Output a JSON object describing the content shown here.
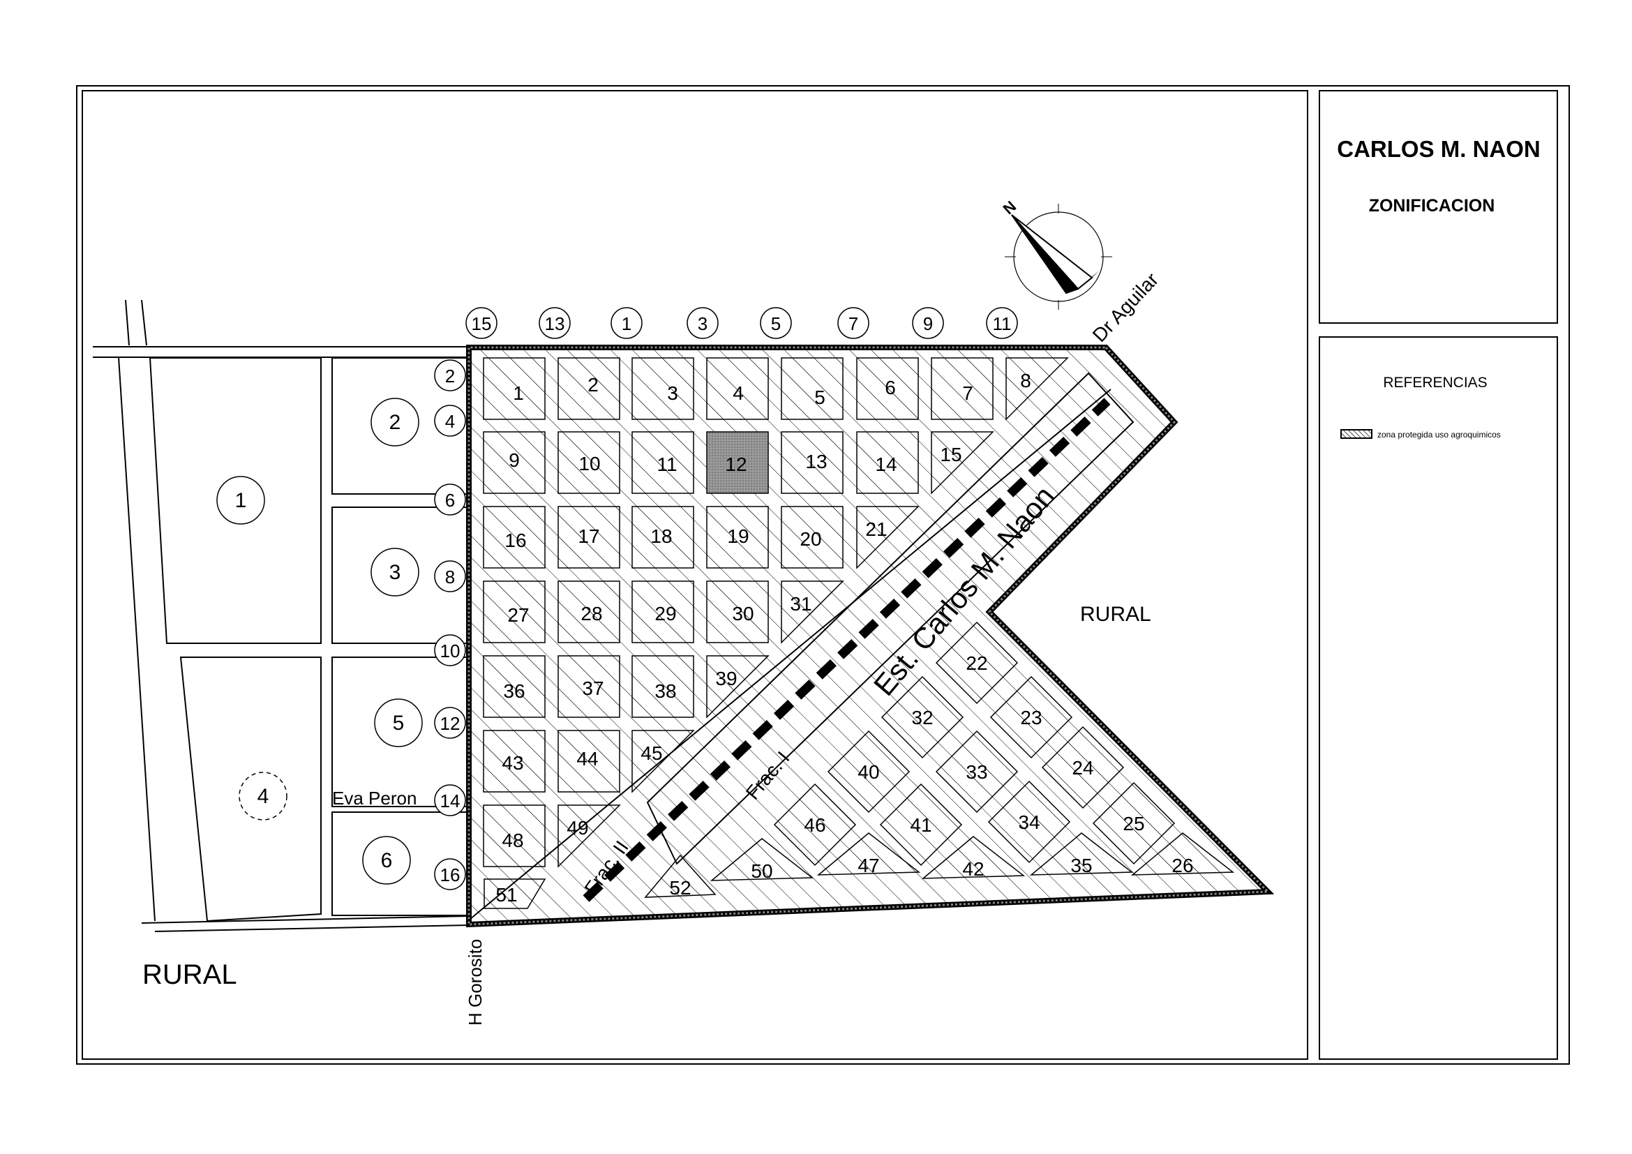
{
  "title_block": {
    "title": "CARLOS M. NAON",
    "subtitle": "ZONIFICACION"
  },
  "references": {
    "heading": "REFERENCIAS",
    "items": [
      {
        "label": "zona protegida uso agroquimicos",
        "pattern": "diagonal-hatch"
      }
    ]
  },
  "north_arrow": {
    "label": "N"
  },
  "map": {
    "station_label": "Est. Carlos M. Naon",
    "fraction_1": "Frac. I",
    "fraction_2": "Frac. II",
    "rural_east": "RURAL",
    "rural_southwest": "RURAL",
    "street_west": "H Gorosito",
    "street_east": "Dr Aguilar",
    "street_south_west": "Eva Peron",
    "top_street_numbers": [
      "15",
      "13",
      "1",
      "3",
      "5",
      "7",
      "9",
      "11"
    ],
    "left_street_numbers": [
      "2",
      "4",
      "6",
      "8",
      "10",
      "12",
      "14",
      "16"
    ],
    "outer_blocks": [
      "1",
      "2",
      "3",
      "4",
      "5",
      "6"
    ],
    "blocks": [
      "1",
      "2",
      "3",
      "4",
      "5",
      "6",
      "7",
      "8",
      "9",
      "10",
      "11",
      "12",
      "13",
      "14",
      "15",
      "16",
      "17",
      "18",
      "19",
      "20",
      "21",
      "22",
      "23",
      "24",
      "25",
      "26",
      "27",
      "28",
      "29",
      "30",
      "31",
      "32",
      "33",
      "34",
      "35",
      "36",
      "37",
      "38",
      "39",
      "40",
      "41",
      "42",
      "43",
      "44",
      "45",
      "46",
      "47",
      "48",
      "49",
      "50",
      "51",
      "52"
    ],
    "highlighted_block": "12"
  }
}
